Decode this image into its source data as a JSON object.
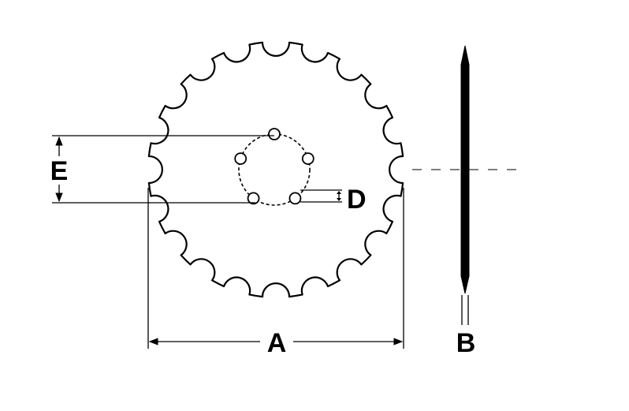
{
  "diagram": {
    "labels": {
      "diameter": "A",
      "thickness": "B",
      "hole_diameter": "D",
      "bolt_circle": "E"
    },
    "disc": {
      "notch_count": 20,
      "bolt_hole_count": 5
    },
    "colors": {
      "line": "#000000",
      "background": "#ffffff",
      "blade_profile": "#000000"
    }
  }
}
